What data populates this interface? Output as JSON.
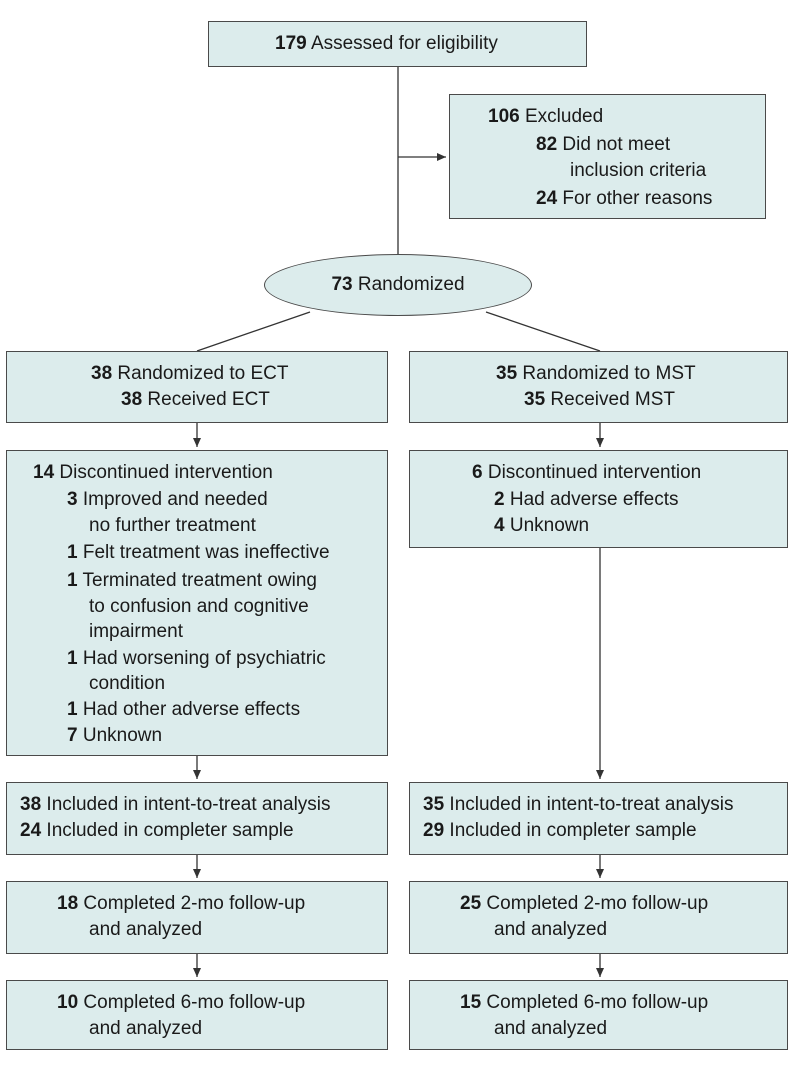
{
  "assessed": {
    "n": "179",
    "label": "Assessed for eligibility"
  },
  "excluded": {
    "n": "106",
    "label": "Excluded",
    "items": [
      {
        "n": "82",
        "lines": [
          "Did not meet",
          "inclusion criteria"
        ]
      },
      {
        "n": "24",
        "lines": [
          "For other reasons"
        ]
      }
    ]
  },
  "randomized": {
    "n": "73",
    "label": "Randomized"
  },
  "ect": {
    "alloc": [
      {
        "n": "38",
        "label": "Randomized to ECT"
      },
      {
        "n": "38",
        "label": "Received ECT"
      }
    ],
    "discontinued": {
      "n": "14",
      "label": "Discontinued intervention",
      "items": [
        {
          "n": "3",
          "lines": [
            "Improved and needed",
            "no further treatment"
          ]
        },
        {
          "n": "1",
          "lines": [
            "Felt treatment was ineffective"
          ]
        },
        {
          "n": "1",
          "lines": [
            "Terminated treatment owing",
            "to confusion and cognitive",
            "impairment"
          ]
        },
        {
          "n": "1",
          "lines": [
            "Had worsening of psychiatric",
            "condition"
          ]
        },
        {
          "n": "1",
          "lines": [
            "Had other adverse effects"
          ]
        },
        {
          "n": "7",
          "lines": [
            "Unknown"
          ]
        }
      ]
    },
    "analysis": [
      {
        "n": "38",
        "label": "Included in intent-to-treat analysis"
      },
      {
        "n": "24",
        "label": "Included in completer sample"
      }
    ],
    "fu2": {
      "n": "18",
      "lines": [
        "Completed 2-mo follow-up",
        "and analyzed"
      ]
    },
    "fu6": {
      "n": "10",
      "lines": [
        "Completed 6-mo follow-up",
        "and analyzed"
      ]
    }
  },
  "mst": {
    "alloc": [
      {
        "n": "35",
        "label": "Randomized to MST"
      },
      {
        "n": "35",
        "label": "Received MST"
      }
    ],
    "discontinued": {
      "n": "6",
      "label": "Discontinued intervention",
      "items": [
        {
          "n": "2",
          "lines": [
            "Had adverse effects"
          ]
        },
        {
          "n": "4",
          "lines": [
            "Unknown"
          ]
        }
      ]
    },
    "analysis": [
      {
        "n": "35",
        "label": "Included in intent-to-treat analysis"
      },
      {
        "n": "29",
        "label": "Included in completer sample"
      }
    ],
    "fu2": {
      "n": "25",
      "lines": [
        "Completed 2-mo follow-up",
        "and analyzed"
      ]
    },
    "fu6": {
      "n": "15",
      "lines": [
        "Completed 6-mo follow-up",
        "and analyzed"
      ]
    }
  }
}
